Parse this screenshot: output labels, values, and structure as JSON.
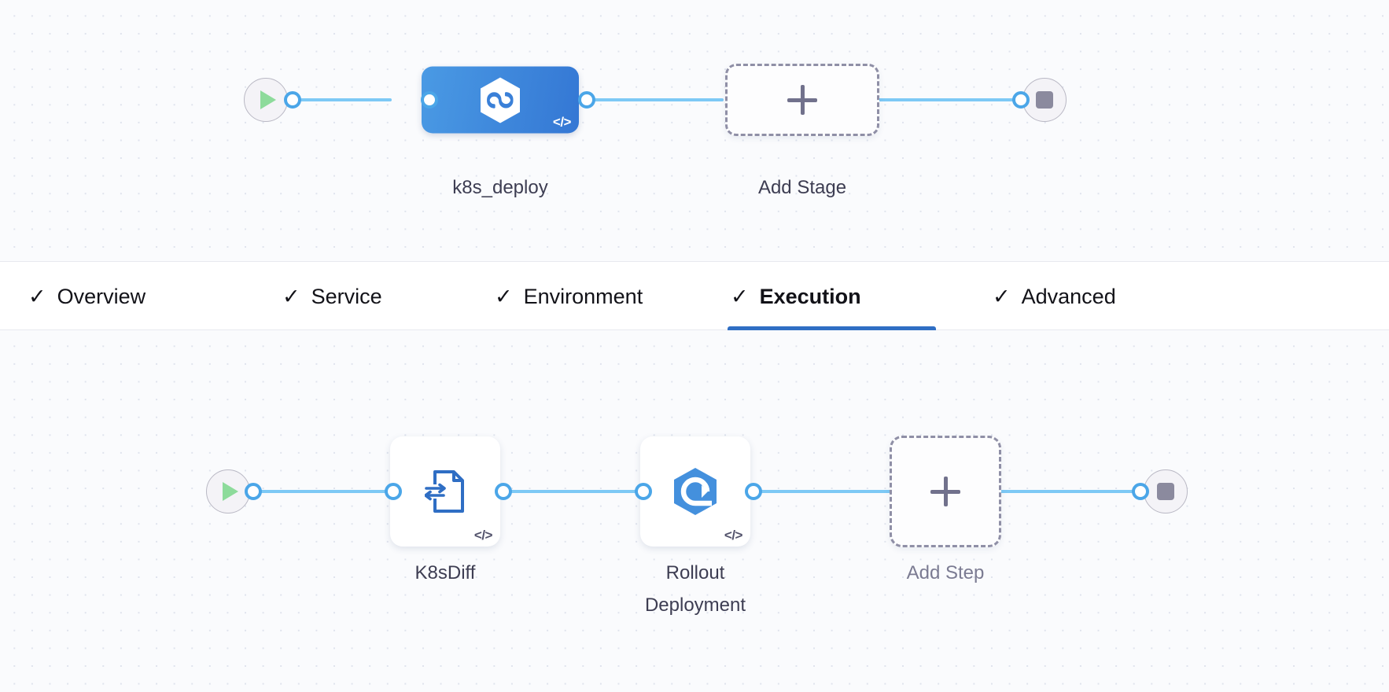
{
  "pipeline": {
    "stages_row": {
      "start_node": {
        "name": "start-node",
        "icon": "play-icon"
      },
      "nodes": [
        {
          "id": "k8s_deploy",
          "label": "k8s_deploy",
          "type": "stage",
          "icon": "helm-hexagon-icon",
          "badge": "</>",
          "selected": true
        },
        {
          "id": "add_stage",
          "label": "Add Stage",
          "type": "add",
          "icon": "plus-icon"
        }
      ],
      "end_node": {
        "name": "stop-node",
        "icon": "stop-square-icon"
      }
    },
    "steps_row": {
      "start_node": {
        "name": "start-node",
        "icon": "play-icon"
      },
      "nodes": [
        {
          "id": "k8sdiff",
          "label": "K8sDiff",
          "type": "step",
          "icon": "document-diff-icon",
          "badge": "</>"
        },
        {
          "id": "rollout_deployment",
          "label": "Rollout\nDeployment",
          "type": "step",
          "icon": "rollout-hexagon-icon",
          "badge": "</>"
        },
        {
          "id": "add_step",
          "label": "Add Step",
          "type": "add",
          "icon": "plus-icon"
        }
      ],
      "end_node": {
        "name": "stop-node",
        "icon": "stop-square-icon"
      }
    }
  },
  "tabs": [
    {
      "label": "Overview",
      "check": "✓",
      "active": false
    },
    {
      "label": "Service",
      "check": "✓",
      "active": false
    },
    {
      "label": "Environment",
      "check": "✓",
      "active": false
    },
    {
      "label": "Execution",
      "check": "✓",
      "active": true
    },
    {
      "label": "Advanced",
      "check": "✓",
      "active": false
    }
  ],
  "colors": {
    "accent_blue": "#2f6ec4",
    "stage_blue_start": "#4a9ae4",
    "stage_blue_end": "#3477d4",
    "edge_blue": "#7dc9f5",
    "port_blue": "#4ba6e8",
    "play_green": "#8ddb9b",
    "stop_grey": "#8b8a9e",
    "dashed_grey": "#8f8fa6",
    "canvas_bg": "#fafbfd",
    "tabbar_bg": "#ffffff"
  }
}
